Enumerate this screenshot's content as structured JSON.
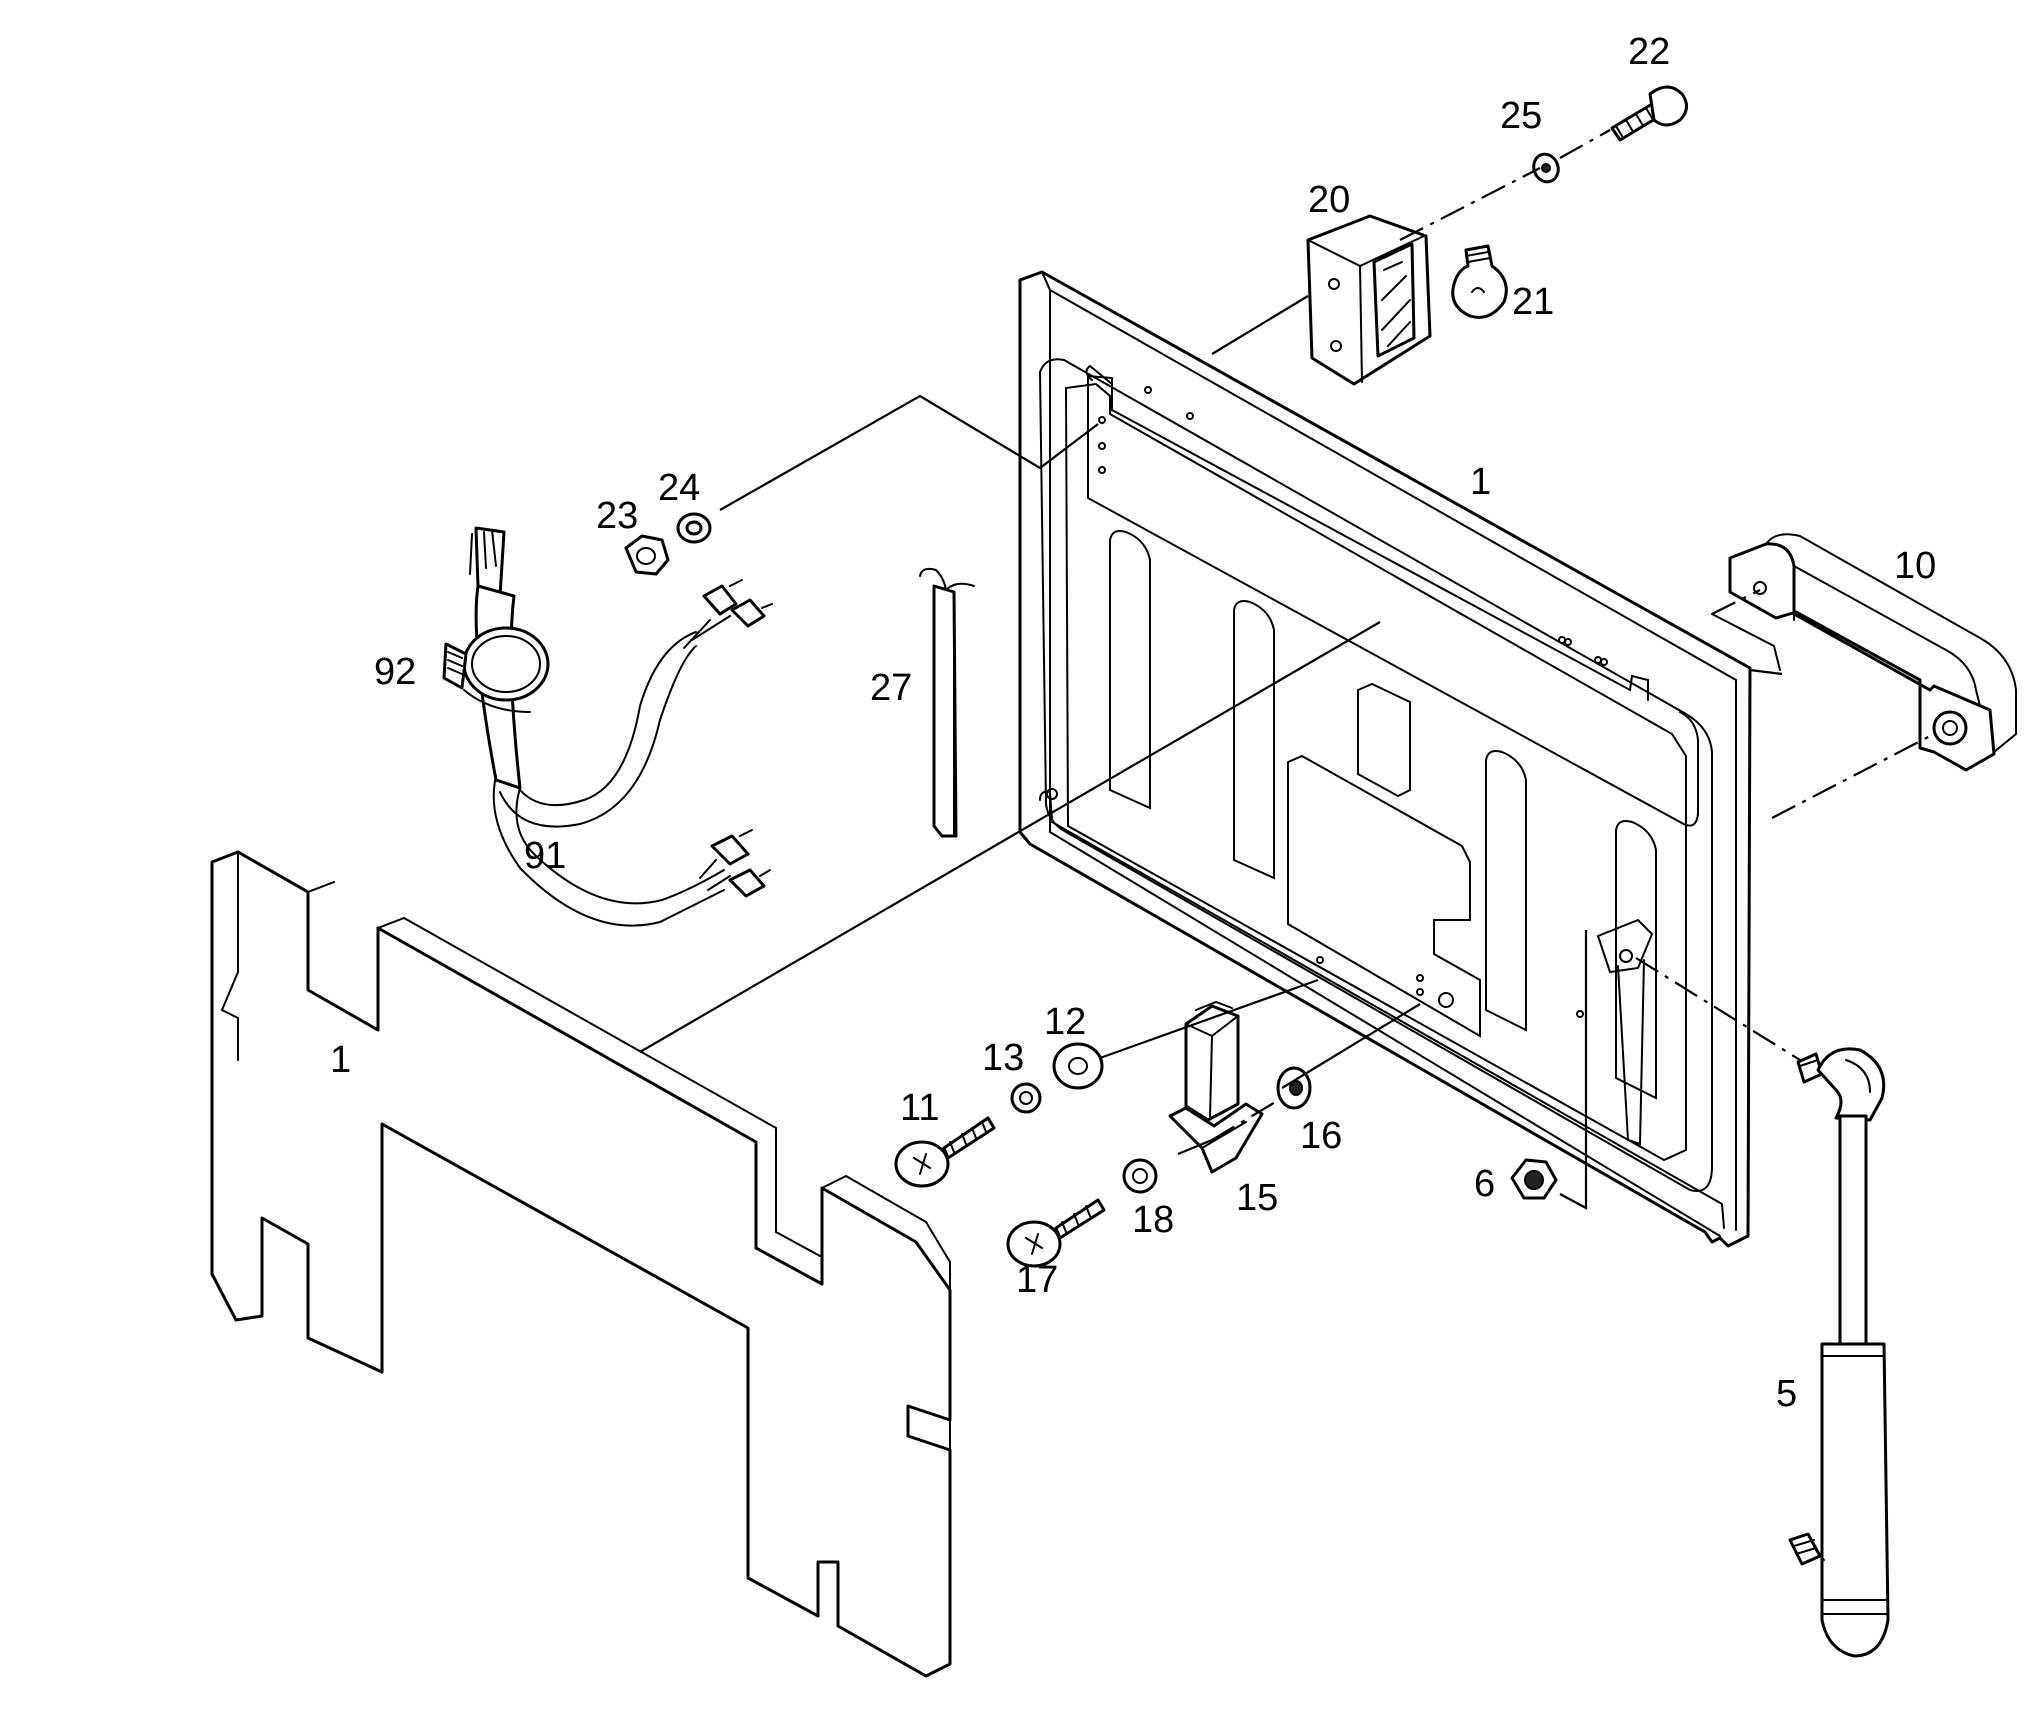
{
  "callouts": [
    {
      "key": "p22",
      "text": "22"
    },
    {
      "key": "p25",
      "text": "25"
    },
    {
      "key": "p20",
      "text": "20"
    },
    {
      "key": "p21",
      "text": "21"
    },
    {
      "key": "p1_door",
      "text": "1"
    },
    {
      "key": "p24",
      "text": "24"
    },
    {
      "key": "p23",
      "text": "23"
    },
    {
      "key": "p10",
      "text": "10"
    },
    {
      "key": "p92",
      "text": "92"
    },
    {
      "key": "p27",
      "text": "27"
    },
    {
      "key": "p91",
      "text": "91"
    },
    {
      "key": "p1_insulation",
      "text": "1"
    },
    {
      "key": "p12",
      "text": "12"
    },
    {
      "key": "p13",
      "text": "13"
    },
    {
      "key": "p11",
      "text": "11"
    },
    {
      "key": "p16",
      "text": "16"
    },
    {
      "key": "p15",
      "text": "15"
    },
    {
      "key": "p18",
      "text": "18"
    },
    {
      "key": "p17",
      "text": "17"
    },
    {
      "key": "p6",
      "text": "6"
    },
    {
      "key": "p5",
      "text": "5"
    }
  ]
}
